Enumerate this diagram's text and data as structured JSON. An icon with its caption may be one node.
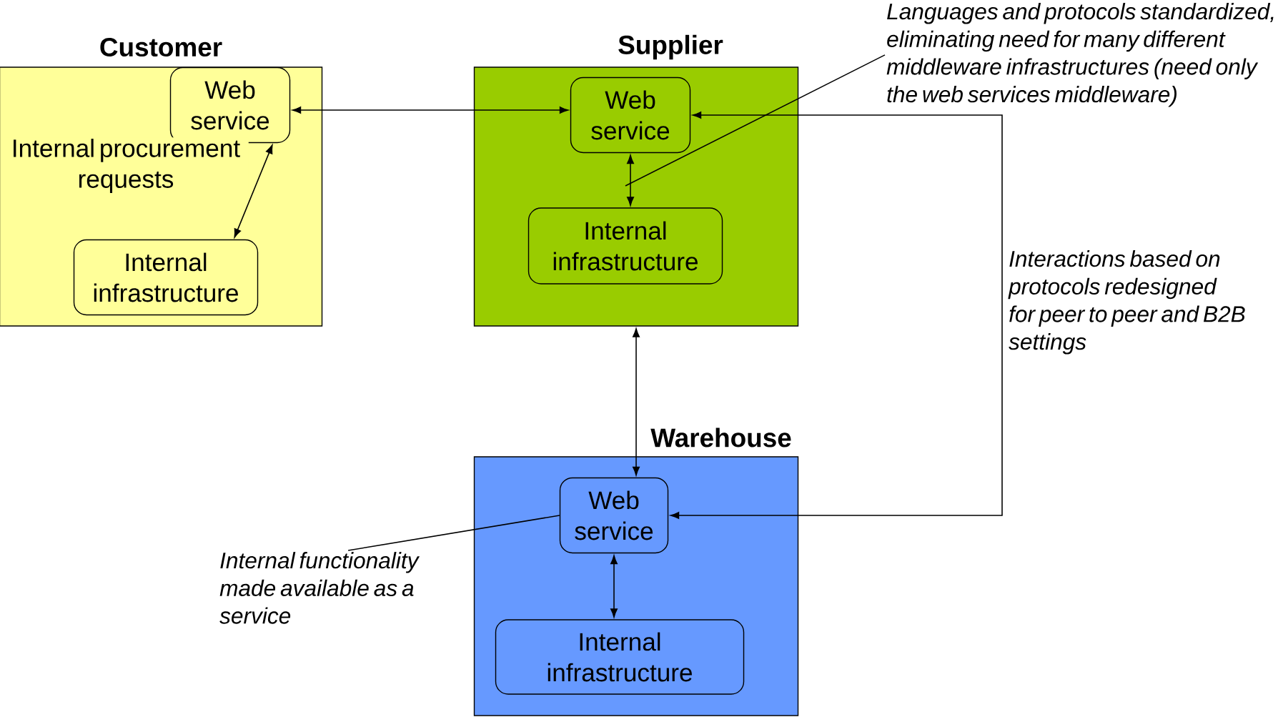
{
  "diagram": {
    "nodes": [
      {
        "text": [
          "Customer"
        ]
      },
      {
        "text": [
          "Web service"
        ],
        "in": 0
      },
      {
        "text": [
          "Internal infrastructure"
        ],
        "in": 0
      },
      {
        "text": [
          "Supplier"
        ]
      },
      {
        "text": [
          "Web service"
        ],
        "in": 3
      },
      {
        "text": [
          "Internal infrastructure"
        ],
        "in": 3
      },
      {
        "text": [
          "Warehouse"
        ]
      },
      {
        "text": [
          "Web service"
        ],
        "in": 6
      },
      {
        "text": [
          "Internal infrastructure"
        ],
        "in": 6
      },
      {
        "text": [
          "Languages and protocols standardized, eliminating need for many different middleware infrastructures (need only the web services middleware)"
        ]
      },
      {
        "text": [
          "Internal functionality made available as a service"
        ]
      }
    ],
    "edges": [
      {
        "from": 1,
        "to": 4,
        "arrow": "both"
      },
      {
        "from": 1,
        "to": 2,
        "arrow": "both",
        "label": "Internal procurement requests"
      },
      {
        "from": 4,
        "to": 5,
        "arrow": "both"
      },
      {
        "from": 3,
        "to": 7,
        "arrow": "both"
      },
      {
        "from": 7,
        "to": 4,
        "arrow": "both",
        "label": "Interactions based on protocols redesigned for peer to peer and B2B settings"
      },
      {
        "from": 7,
        "to": 8,
        "arrow": "both"
      },
      {
        "from": 9,
        "to": null,
        "arrow": "none"
      },
      {
        "from": 10,
        "to": 7,
        "arrow": "none"
      }
    ]
  }
}
